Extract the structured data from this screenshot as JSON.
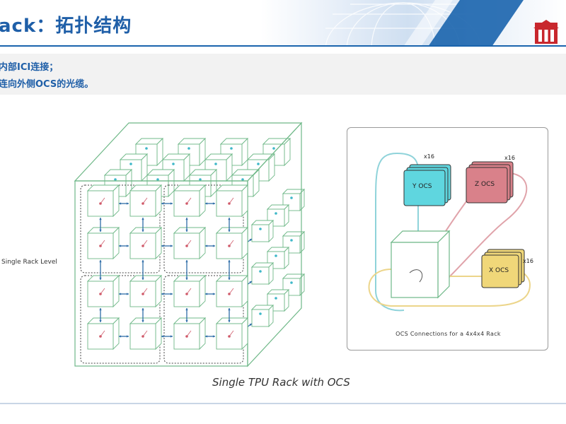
{
  "header": {
    "title": "ack：拓扑结构"
  },
  "bullets": [
    "内部ICI连接；",
    "连向外侧OCS的光缆。"
  ],
  "side_label": "Single Rack Level",
  "ocs_panel": {
    "y_ocs": "Y OCS",
    "z_ocs": "Z OCS",
    "x_ocs": "X OCS",
    "y_mult": "x16",
    "z_mult": "x16",
    "x_mult": "x16",
    "caption": "OCS Connections for a 4x4x4 Rack",
    "y_color": "#5fd6df",
    "z_color": "#d9818a",
    "x_color": "#f0d779"
  },
  "figure_caption": "Single TPU Rack with OCS",
  "colors": {
    "title": "#1f5fa8",
    "accent_line": "#1a64ad",
    "rack_green": "#6fb888",
    "link_blue": "#2e6da8",
    "logo_red": "#c8272d"
  }
}
